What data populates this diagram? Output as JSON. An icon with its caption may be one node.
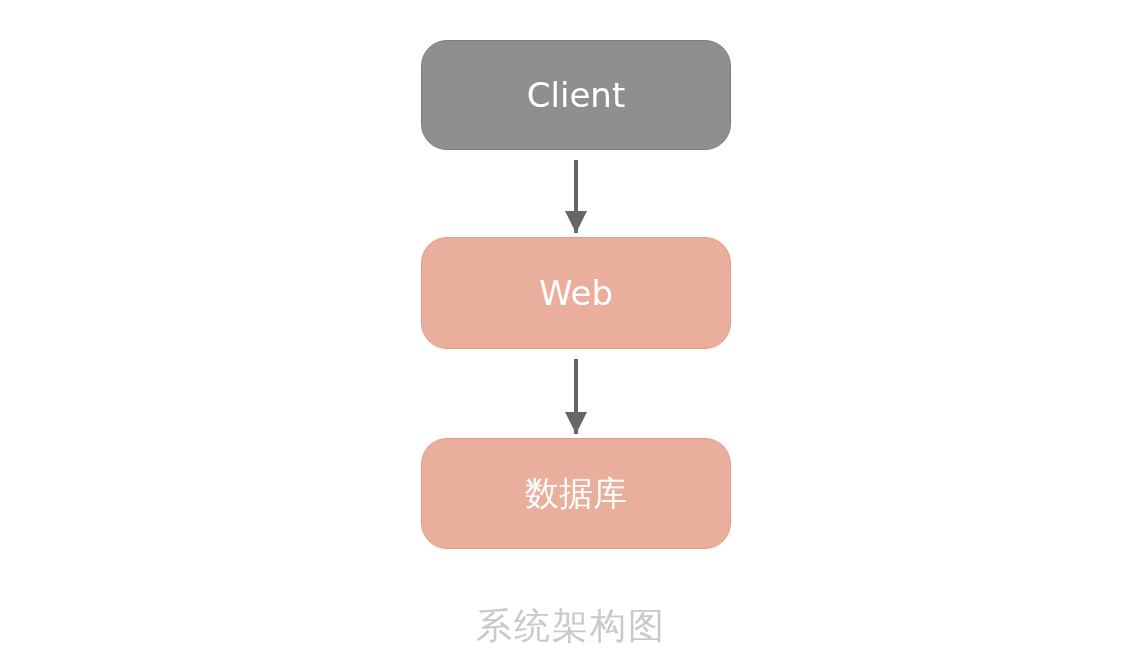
{
  "diagram": {
    "caption": "系统架构图",
    "nodes": [
      {
        "text": [
          "Client"
        ]
      },
      {
        "text": [
          "Web"
        ]
      },
      {
        "text": [
          "数据库"
        ]
      }
    ],
    "edges": [
      {
        "from": 0,
        "to": 1,
        "arrow": "to"
      },
      {
        "from": 1,
        "to": 2,
        "arrow": "to"
      }
    ]
  }
}
